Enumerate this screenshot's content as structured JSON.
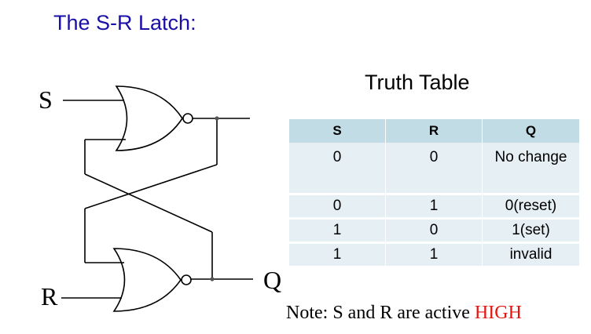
{
  "title": "The S-R Latch:",
  "circuit": {
    "input_s": "S",
    "input_r": "R",
    "output_q": "Q"
  },
  "truth_table": {
    "title": "Truth Table",
    "headers": [
      "S",
      "R",
      "Q"
    ],
    "rows": [
      [
        "0",
        "0",
        "No change"
      ],
      [
        "0",
        "1",
        "0(reset)"
      ],
      [
        "1",
        "0",
        "1(set)"
      ],
      [
        "1",
        "1",
        "invalid"
      ]
    ]
  },
  "note": {
    "prefix": "Note: S and R are active ",
    "highlight": "HIGH"
  },
  "colors": {
    "title": "#1a0fa8",
    "header_fill": "#c2dce6",
    "row_fill": "#e6eff3",
    "highlight": "#e8120c"
  }
}
